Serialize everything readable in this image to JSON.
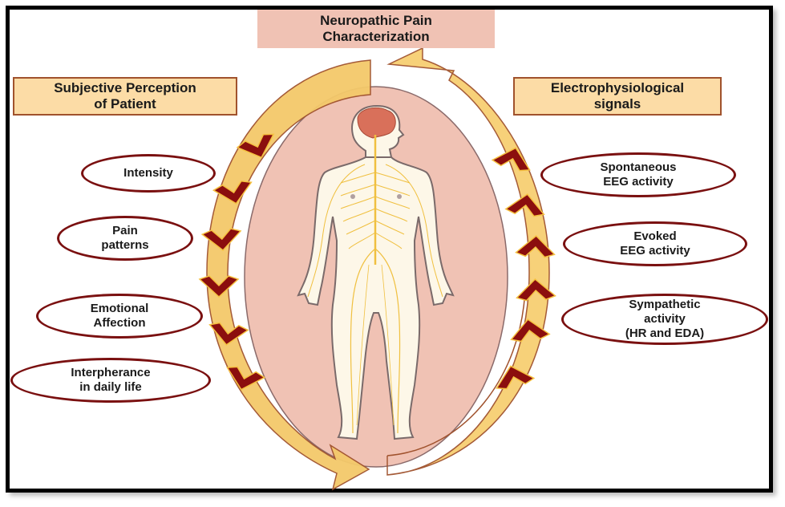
{
  "title": "Neuropathic Pain\nCharacterization",
  "left_header": "Subjective Perception\nof Patient",
  "right_header": "Electrophysiological\nsignals",
  "left_items": [
    {
      "label": "Intensity"
    },
    {
      "label": "Pain\npatterns"
    },
    {
      "label": "Emotional\nAffection"
    },
    {
      "label": "Interpherance\nin daily life"
    }
  ],
  "right_items": [
    {
      "label": "Spontaneous\nEEG activity"
    },
    {
      "label": "Evoked\nEEG activity"
    },
    {
      "label": "Sympathetic\nactivity\n(HR and EDA)"
    }
  ],
  "center_figure": "human-nervous-system-figure",
  "colors": {
    "title_box": "#f0c2b4",
    "side_box": "#fcdca6",
    "oval_border": "#7a1010",
    "body_oval": "#f0c2b4",
    "arrow_fill": "#f7cf72",
    "chevron": "#8b0e0e"
  }
}
